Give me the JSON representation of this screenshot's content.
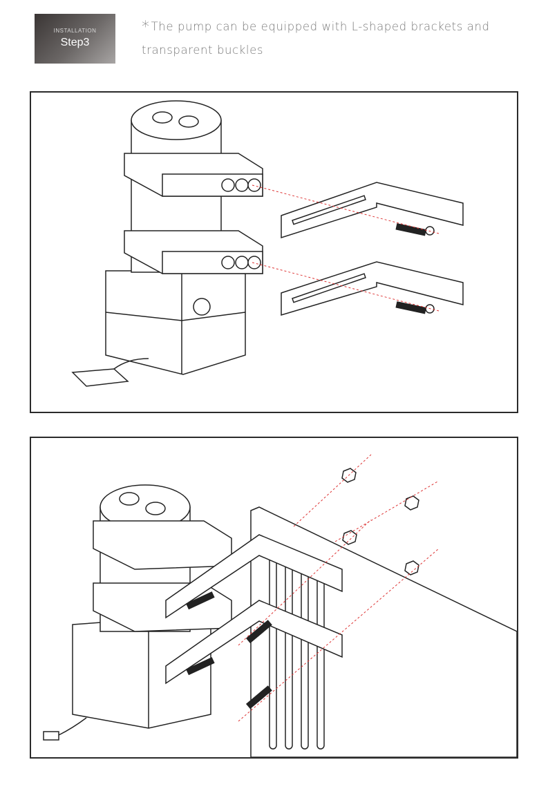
{
  "badge": {
    "subtitle": "INSTALLATION",
    "title": "Step3"
  },
  "note": {
    "bullet": "*",
    "text": "The pump can be equipped with L-shaped brackets and transparent buckles"
  },
  "figures": [
    {
      "label": "pump-with-brackets-exploded"
    },
    {
      "label": "pump-mounted-to-case"
    }
  ]
}
